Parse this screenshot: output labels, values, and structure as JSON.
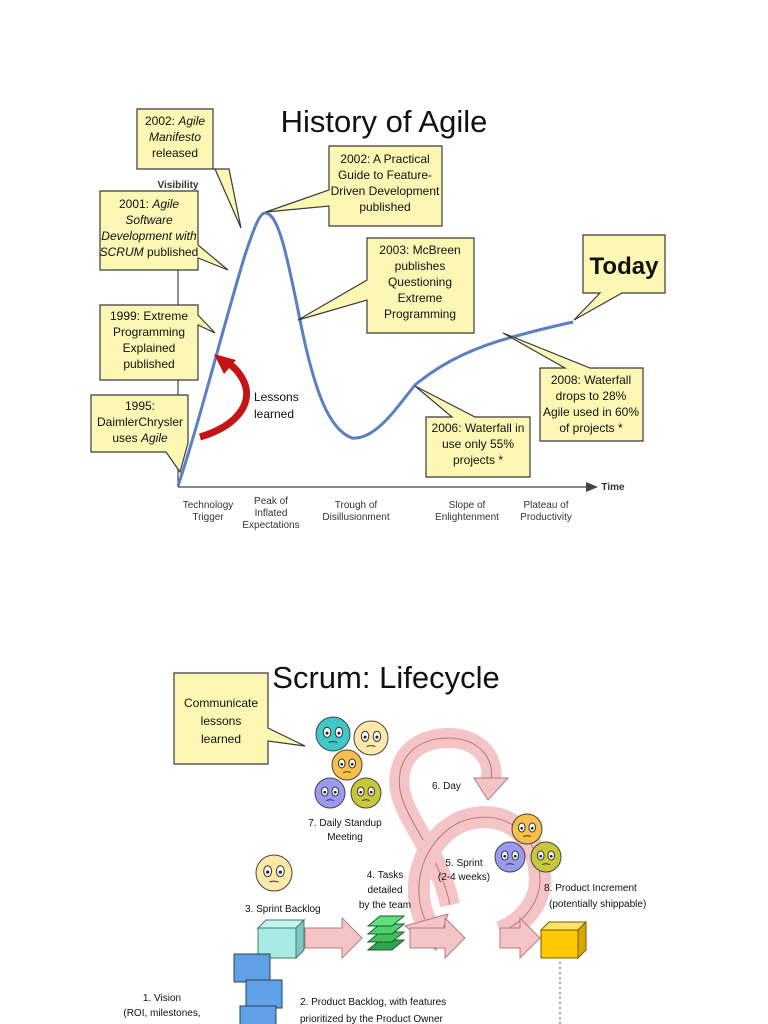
{
  "history": {
    "title": "History of Agile",
    "y_axis": "Visibility",
    "x_axis": "Time",
    "today": "Today",
    "lessons": [
      "Lessons",
      "learned"
    ],
    "phases": [
      [
        "Technology",
        "Trigger"
      ],
      [
        "Peak of",
        "Inflated",
        "Expectations"
      ],
      [
        "Trough of",
        "Disillusionment"
      ],
      [
        "Slope of",
        "Enlightenment"
      ],
      [
        "Plateau of",
        "Productivity"
      ]
    ],
    "callouts": [
      {
        "lines": [
          [
            "2002: ",
            "Agile"
          ],
          [
            "Manifesto"
          ],
          [
            "released"
          ]
        ]
      },
      {
        "lines": [
          [
            "2001: ",
            "Agile"
          ],
          [
            "Software"
          ],
          [
            "Development with"
          ],
          [
            "SCRUM",
            " published"
          ]
        ]
      },
      {
        "lines": [
          [
            "1999: Extreme"
          ],
          [
            "Programming"
          ],
          [
            "Explained"
          ],
          [
            "published"
          ]
        ]
      },
      {
        "lines": [
          [
            "1995:"
          ],
          [
            "DaimlerChrysler"
          ],
          [
            "uses ",
            "Agile"
          ]
        ]
      },
      {
        "lines": [
          [
            "2002: A Practical"
          ],
          [
            "Guide to Feature-"
          ],
          [
            "Driven Development"
          ],
          [
            "published"
          ]
        ]
      },
      {
        "lines": [
          [
            "2003: McBreen"
          ],
          [
            "publishes"
          ],
          [
            "Questioning"
          ],
          [
            "Extreme"
          ],
          [
            "Programming"
          ]
        ]
      },
      {
        "lines": [
          [
            "2006: Waterfall in"
          ],
          [
            "use only 55%"
          ],
          [
            "projects *"
          ]
        ]
      },
      {
        "lines": [
          [
            "2008: Waterfall"
          ],
          [
            "drops to 28%"
          ],
          [
            "Agile used in 60%"
          ],
          [
            "of projects *"
          ]
        ]
      }
    ]
  },
  "scrum": {
    "title": "Scrum: Lifecycle",
    "communicate": [
      "Communicate",
      "lessons",
      "learned"
    ],
    "labels": {
      "day": "6. Day",
      "standup": [
        "7. Daily Standup",
        "Meeting"
      ],
      "tasks": [
        "4. Tasks",
        "detailed",
        "by the team"
      ],
      "sprint": [
        "5. Sprint",
        "(2-4 weeks)"
      ],
      "increment": "8. Product Increment",
      "increment_sub": "(potentially shippable)",
      "sprint_backlog": "3. Sprint Backlog",
      "vision": [
        "1. Vision",
        "(ROI, milestones,"
      ],
      "product_backlog": [
        "2. Product Backlog, with features",
        "prioritized by the Product Owner"
      ]
    }
  }
}
